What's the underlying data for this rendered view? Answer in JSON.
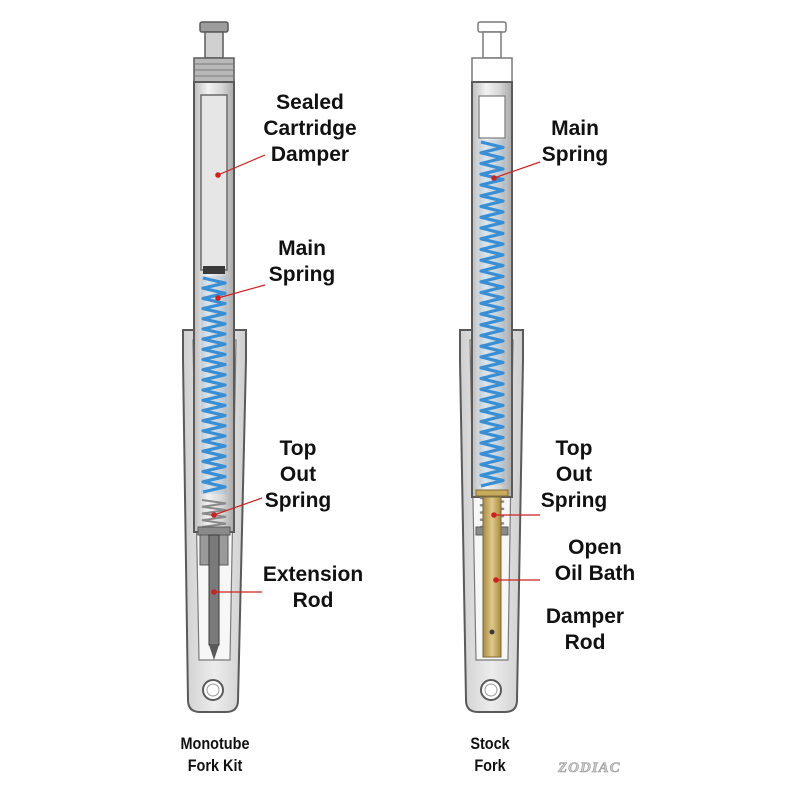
{
  "colors": {
    "spring": "#3a8fd4",
    "spring_dark": "#1f6fb0",
    "outline": "#5a5a5a",
    "tube_fill": "#d8d8d8",
    "leader_dot": "#cc2222",
    "damper_rod": "#c9a95c"
  },
  "left_fork": {
    "labels": {
      "sealed_cartridge_damper": [
        "Sealed",
        "Cartridge",
        "Damper"
      ],
      "main_spring": [
        "Main",
        "Spring"
      ],
      "top_out_spring": [
        "Top",
        "Out",
        "Spring"
      ],
      "extension_rod": [
        "Extension",
        "Rod"
      ]
    },
    "caption": [
      "Monotube",
      "Fork Kit"
    ]
  },
  "right_fork": {
    "labels": {
      "main_spring": [
        "Main",
        "Spring"
      ],
      "top_out_spring": [
        "Top",
        "Out",
        "Spring"
      ],
      "open_oil_bath": [
        "Open",
        "Oil Bath"
      ],
      "damper_rod": [
        "Damper",
        "Rod"
      ]
    },
    "caption": [
      "Stock",
      "Fork"
    ]
  },
  "logo": {
    "text": "ZODIAC"
  }
}
